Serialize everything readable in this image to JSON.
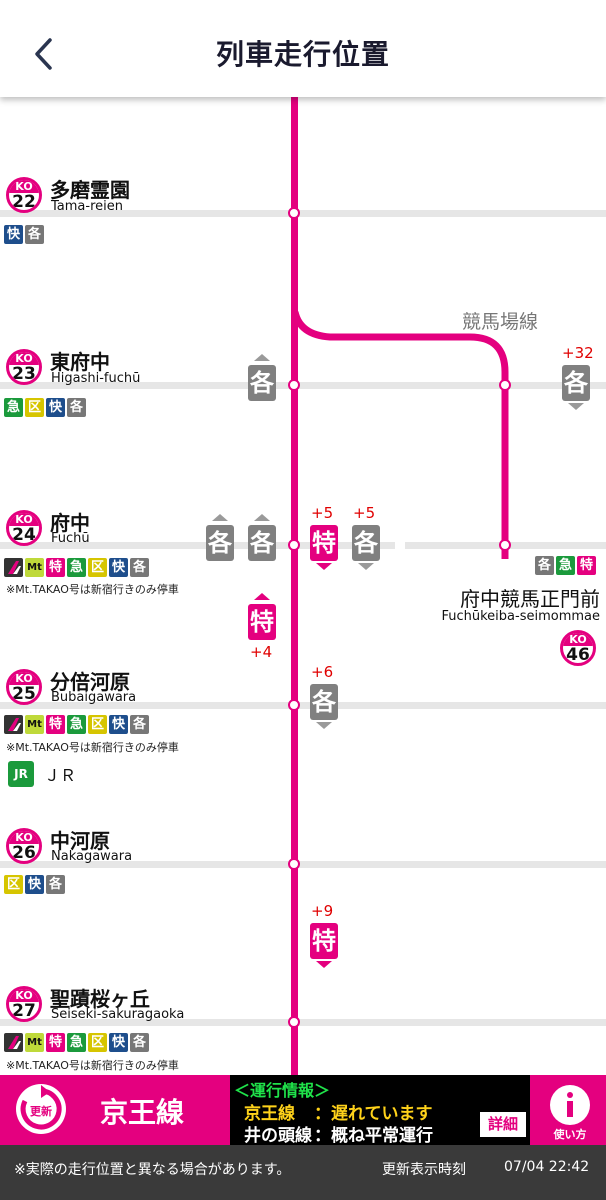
{
  "header": {
    "title": "列車走行位置"
  },
  "branch_label": "競馬場線",
  "stations": [
    {
      "code": "KO",
      "num": "22",
      "name": "多磨霊園",
      "roman": "Tama-reien"
    },
    {
      "code": "KO",
      "num": "23",
      "name": "東府中",
      "roman": "Higashi-fuchū"
    },
    {
      "code": "KO",
      "num": "24",
      "name": "府中",
      "roman": "Fuchū"
    },
    {
      "code": "KO",
      "num": "25",
      "name": "分倍河原",
      "roman": "Bubaigawara"
    },
    {
      "code": "KO",
      "num": "26",
      "name": "中河原",
      "roman": "Nakagawara"
    },
    {
      "code": "KO",
      "num": "27",
      "name": "聖蹟桜ヶ丘",
      "roman": "Seiseki-sakuragaoka"
    }
  ],
  "branch_station": {
    "code": "KO",
    "num": "46",
    "name": "府中競馬正門前",
    "roman": "Fuchūkeiba-seimommae"
  },
  "chip_labels": {
    "kaku": "各",
    "kai": "快",
    "ku": "区",
    "kyu": "急",
    "toku": "特",
    "mt": "Mt"
  },
  "note_text": "※Mt.TAKAO号は新宿行きのみ停車",
  "jr_text": "ＪＲ",
  "jr_logo": "JR",
  "trains": {
    "kaku": "各",
    "toku": "特",
    "delay_32": "+32",
    "delay_5a": "+5",
    "delay_5b": "+5",
    "delay_4": "+4",
    "delay_6": "+6",
    "delay_9": "+9"
  },
  "footer": {
    "refresh_label": "更新",
    "line_name": "京王線",
    "info_title": "＜運行情報＞",
    "info_line1_name": "京王線",
    "info_line1_status": "：遅れています",
    "info_line2_name": "井の頭線",
    "info_line2_status": "：概ね平常運行",
    "detail_label": "詳細",
    "howto_label": "使い方"
  },
  "status": {
    "disclaimer": "※実際の走行位置と異なる場合があります。",
    "updated_label": "更新表示時刻",
    "updated_time": "07/04 22:42"
  },
  "colors": {
    "keio_pink": "#e4007f",
    "express_green": "#1b9a3c",
    "rapid_blue": "#1e4e8c",
    "info_yellow": "#ffd21a"
  }
}
